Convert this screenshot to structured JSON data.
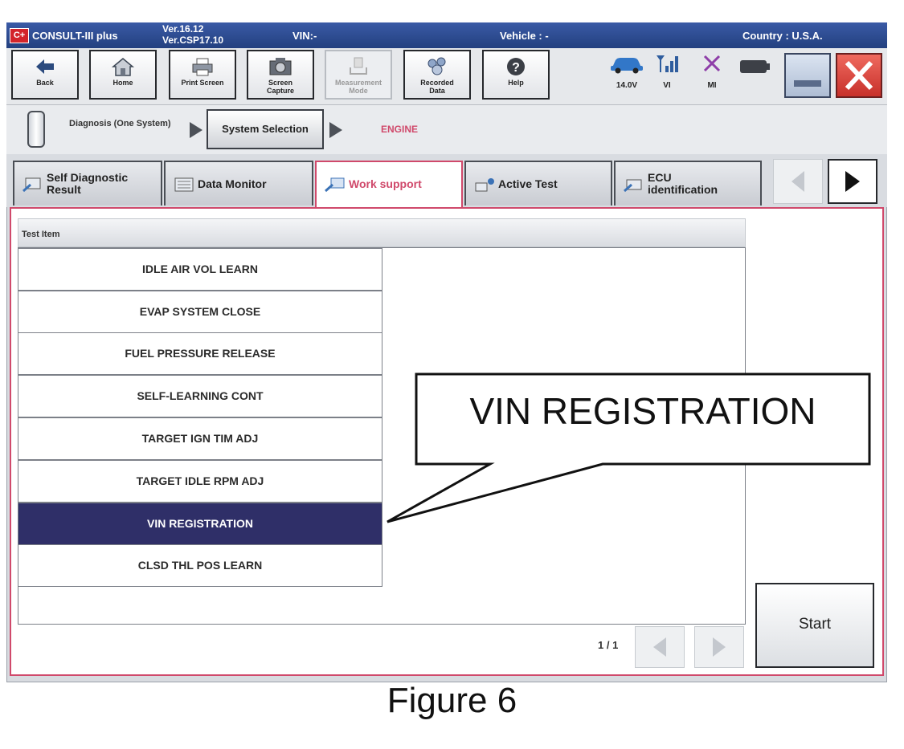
{
  "titlebar": {
    "logo": "C+",
    "app_name": "CONSULT-III plus",
    "version1": "Ver.16.12",
    "version2": "Ver.CSP17.10",
    "vin": "VIN:-",
    "vehicle": "Vehicle : -",
    "country": "Country : U.S.A."
  },
  "toolbar": {
    "back": "Back",
    "home": "Home",
    "print_screen": "Print Screen",
    "screen_capture_1": "Screen",
    "screen_capture_2": "Capture",
    "measurement_1": "Measurement",
    "measurement_2": "Mode",
    "recorded_1": "Recorded",
    "recorded_2": "Data",
    "help": "Help",
    "icons": [
      "back-arrow-icon",
      "home-icon",
      "printer-icon",
      "camera-icon",
      "measurement-icon",
      "recorded-data-icon",
      "help-icon"
    ]
  },
  "status": {
    "voltage": "14.0V",
    "vi": "VI",
    "mi": "MI"
  },
  "nav": {
    "diagnosis": "Diagnosis (One System)",
    "system_selection": "System Selection",
    "engine": "ENGINE"
  },
  "tabs": [
    {
      "label_1": "Self Diagnostic",
      "label_2": "Result"
    },
    {
      "label_1": "Data Monitor",
      "label_2": ""
    },
    {
      "label_1": "Work support",
      "label_2": ""
    },
    {
      "label_1": "Active Test",
      "label_2": ""
    },
    {
      "label_1": "ECU",
      "label_2": "identification"
    }
  ],
  "list": {
    "header": "Test Item",
    "items": [
      "IDLE AIR VOL LEARN",
      "EVAP SYSTEM CLOSE",
      "FUEL PRESSURE RELEASE",
      "SELF-LEARNING CONT",
      "TARGET IGN TIM ADJ",
      "TARGET IDLE RPM ADJ",
      "VIN REGISTRATION",
      "CLSD THL POS LEARN"
    ],
    "selected": "VIN REGISTRATION"
  },
  "pagination": "1 / 1",
  "start_label": "Start",
  "callout": "VIN REGISTRATION",
  "caption": "Figure 6",
  "colors": {
    "titlebar": "#2c4a90",
    "active_tab_border": "#d0496b",
    "selected_row": "#2f2f68",
    "close_button": "#d9403a"
  }
}
